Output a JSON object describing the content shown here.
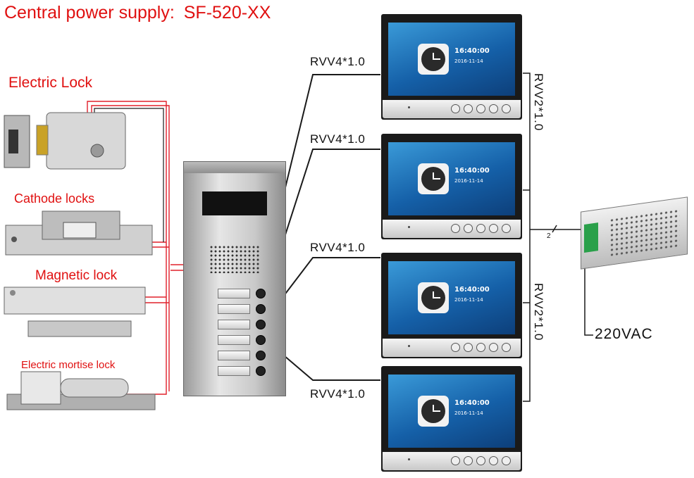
{
  "title": {
    "prefix": "Central power supply:",
    "model": "SF-520-XX"
  },
  "locks": {
    "electric": "Electric Lock",
    "cathode": "Cathode locks",
    "magnetic": "Magnetic lock",
    "mortise": "Electric mortise lock"
  },
  "cables": {
    "rvv4": [
      "RVV4*1.0",
      "RVV4*1.0",
      "RVV4*1.0",
      "RVV4*1.0"
    ],
    "rvv2": [
      "RVV2*1.0",
      "RVV2*1.0"
    ]
  },
  "power": {
    "ac": "220VAC",
    "wires": "2"
  },
  "monitor": {
    "time": "16:40:00",
    "date": "2016-11-14"
  },
  "colors": {
    "title": "#e01010",
    "wire_red": "#e0202a",
    "wire_black": "#1a1a1a"
  }
}
